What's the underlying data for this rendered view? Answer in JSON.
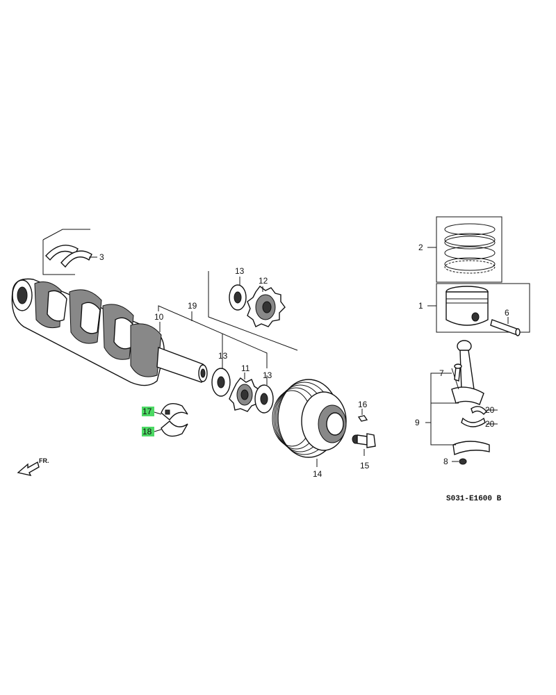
{
  "diagram": {
    "callouts": {
      "c1": "1",
      "c2": "2",
      "c3": "3",
      "c6": "6",
      "c7": "7",
      "c8": "8",
      "c9": "9",
      "c10": "10",
      "c11": "11",
      "c12": "12",
      "c13a": "13",
      "c13b": "13",
      "c13c": "13",
      "c14": "14",
      "c15": "15",
      "c16": "16",
      "c17": "17",
      "c18": "18",
      "c19": "19",
      "c20a": "20",
      "c20b": "20"
    },
    "highlight_color": "#4cd964",
    "direction_label": "FR.",
    "figure_code": "S031-E1600 B"
  }
}
